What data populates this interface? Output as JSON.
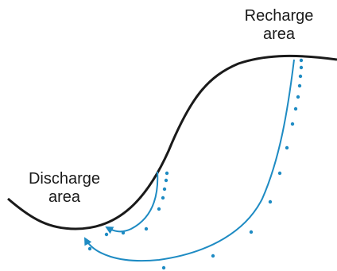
{
  "labels": {
    "recharge": {
      "line1": "Recharge",
      "line2": "area"
    },
    "discharge": {
      "line1": "Discharge",
      "line2": "area"
    }
  },
  "colors": {
    "terrain": "#1a1a1a",
    "flow": "#1e8bc3",
    "text": "#1a1a1a"
  }
}
